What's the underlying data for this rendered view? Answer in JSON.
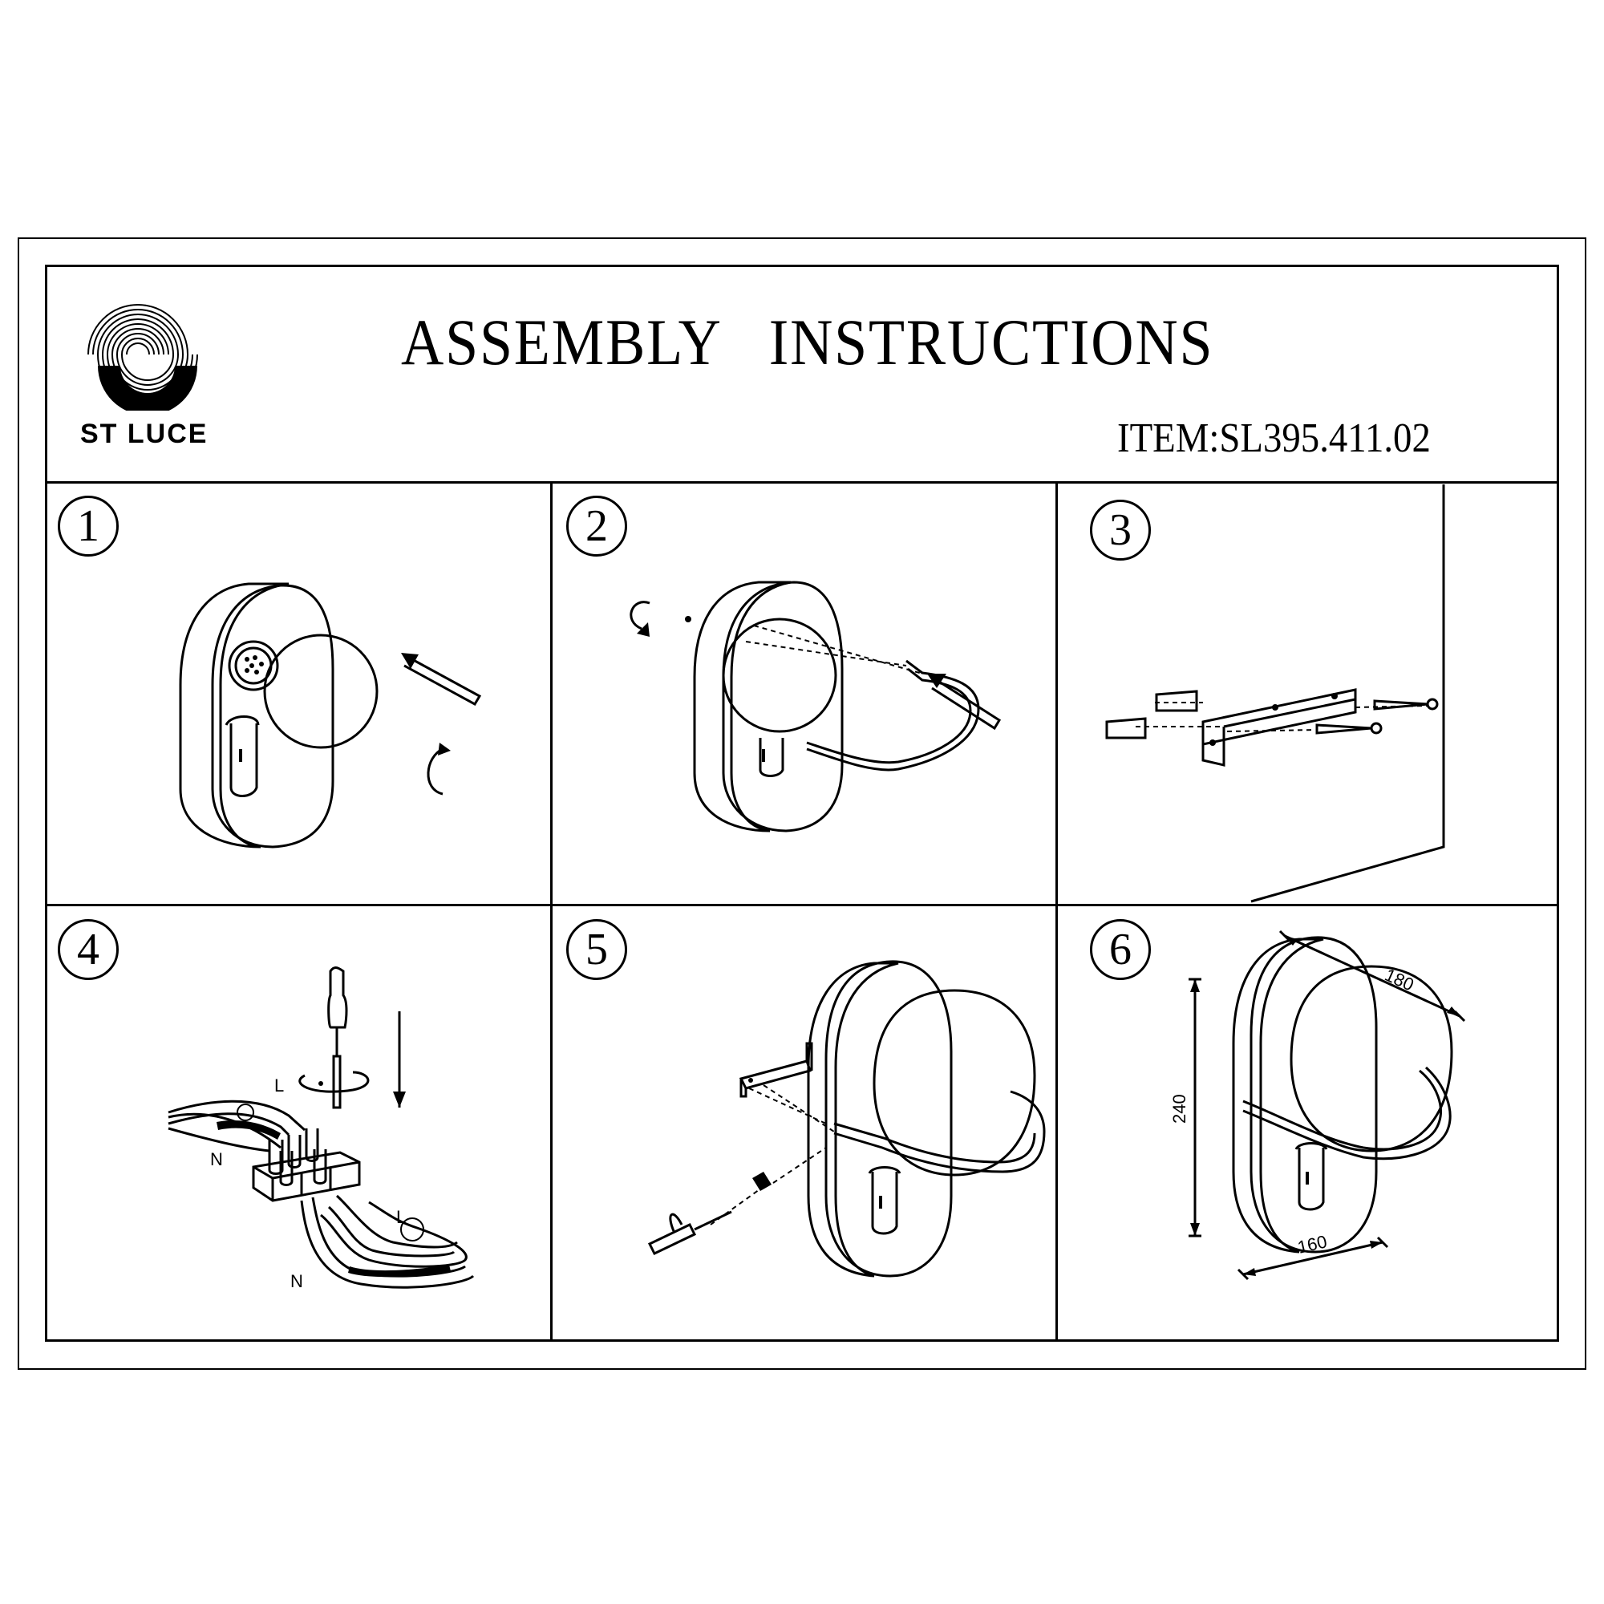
{
  "header": {
    "title": "ASSEMBLY   INSTRUCTIONS",
    "item": "ITEM:SL395.411.02",
    "brand": "ST LUCE"
  },
  "steps": [
    {
      "number": "1"
    },
    {
      "number": "2"
    },
    {
      "number": "3"
    },
    {
      "number": "4",
      "labels": {
        "l_top": "L",
        "n_top": "N",
        "l_bottom": "L",
        "n_bottom": "N"
      }
    },
    {
      "number": "5"
    },
    {
      "number": "6",
      "dimensions": {
        "depth": "180",
        "height": "240",
        "width": "160"
      }
    }
  ]
}
